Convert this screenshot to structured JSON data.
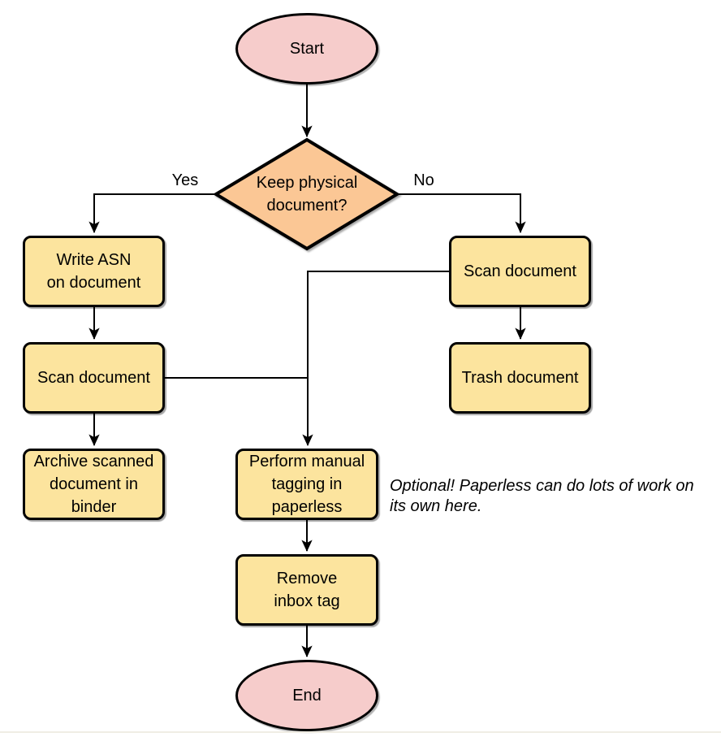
{
  "colors": {
    "canvas-bg": "#ffffff",
    "terminal-fill": "#F6CCCB",
    "decision-fill": "#FBC795",
    "process-fill": "#FCE49E",
    "stroke": "#000000",
    "text": "#000000",
    "bottom-edge": "#F0EDE4"
  },
  "nodes": {
    "start": {
      "label": "Start",
      "type": "terminal"
    },
    "decision": {
      "label": "Keep physical\ndocument?",
      "type": "decision"
    },
    "write_asn": {
      "label": "Write ASN\non document",
      "type": "process"
    },
    "scan_left": {
      "label": "Scan document",
      "type": "process"
    },
    "archive": {
      "label": "Archive scanned\ndocument in\nbinder",
      "type": "process"
    },
    "scan_right": {
      "label": "Scan document",
      "type": "process"
    },
    "trash": {
      "label": "Trash document",
      "type": "process"
    },
    "tagging": {
      "label": "Perform manual\ntagging in\npaperless",
      "type": "process"
    },
    "remove_inbox": {
      "label": "Remove\ninbox tag",
      "type": "process"
    },
    "end": {
      "label": "End",
      "type": "terminal"
    }
  },
  "edge_labels": {
    "yes": "Yes",
    "no": "No"
  },
  "annotation": {
    "text": "Optional! Paperless can do lots of work on\nits own here."
  }
}
